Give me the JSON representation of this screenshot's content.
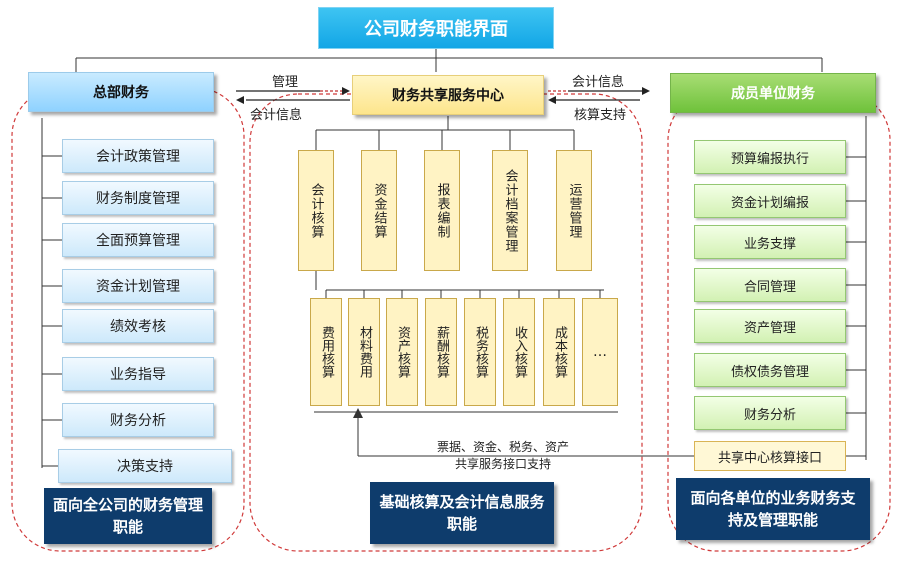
{
  "title": "公司财务职能界面",
  "left": {
    "header": "总部财务",
    "items": [
      "会计政策管理",
      "财务制度管理",
      "全面预算管理",
      "资金计划管理",
      "绩效考核",
      "业务指导",
      "财务分析",
      "决策支持"
    ],
    "footer": "面向全公司的财务管理职能"
  },
  "center": {
    "header": "财务共享服务中心",
    "top_boxes": [
      "会计核算",
      "资金结算",
      "报表编制",
      "会计档案管理",
      "运营管理"
    ],
    "sub_boxes": [
      "费用核算",
      "材料费用",
      "资产核算",
      "薪酬核算",
      "税务核算",
      "收入核算",
      "成本核算",
      "…"
    ],
    "caption_line1": "票据、资金、税务、资产",
    "caption_line2": "共享服务接口支持",
    "footer": "基础核算及会计信息服务职能"
  },
  "right": {
    "header": "成员单位财务",
    "items": [
      "预算编报执行",
      "资金计划编报",
      "业务支撑",
      "合同管理",
      "资产管理",
      "债权债务管理",
      "财务分析"
    ],
    "interface_box": "共享中心核算接口",
    "footer": "面向各单位的业务财务支持及管理职能"
  },
  "arrows": {
    "left_top": "管理",
    "left_bottom": "会计信息",
    "right_top": "会计信息",
    "right_bottom": "核算支持"
  },
  "colors": {
    "title_fill": "#1aa9e8",
    "footer_fill": "#0e3c6c",
    "dashed_outline": "#d03a3a"
  }
}
